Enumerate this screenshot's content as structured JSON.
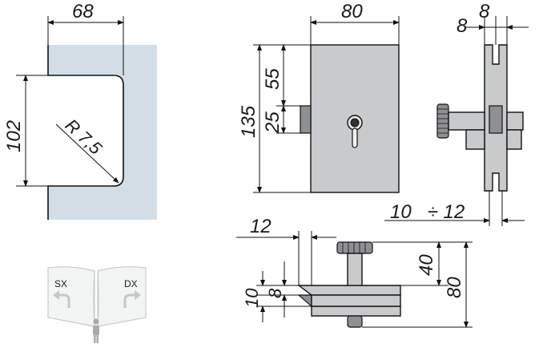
{
  "dimensions": {
    "notch_width": "68",
    "notch_height": "102",
    "notch_radius": "R 7,5",
    "lock_width": "80",
    "lock_height": "135",
    "key_top": "55",
    "key_zone": "25",
    "side_a": "8",
    "side_b": "8",
    "glass_range": "10   ÷ 12",
    "bottom_offset": "12",
    "knob_height": "40",
    "total_height": "80",
    "plate_8": "8",
    "plate_10": "10"
  },
  "hand_labels": {
    "left": "SX",
    "right": "DX"
  },
  "colors": {
    "glass": "#d3dde6",
    "body": "#c9cacc",
    "dark": "#8e9094"
  }
}
